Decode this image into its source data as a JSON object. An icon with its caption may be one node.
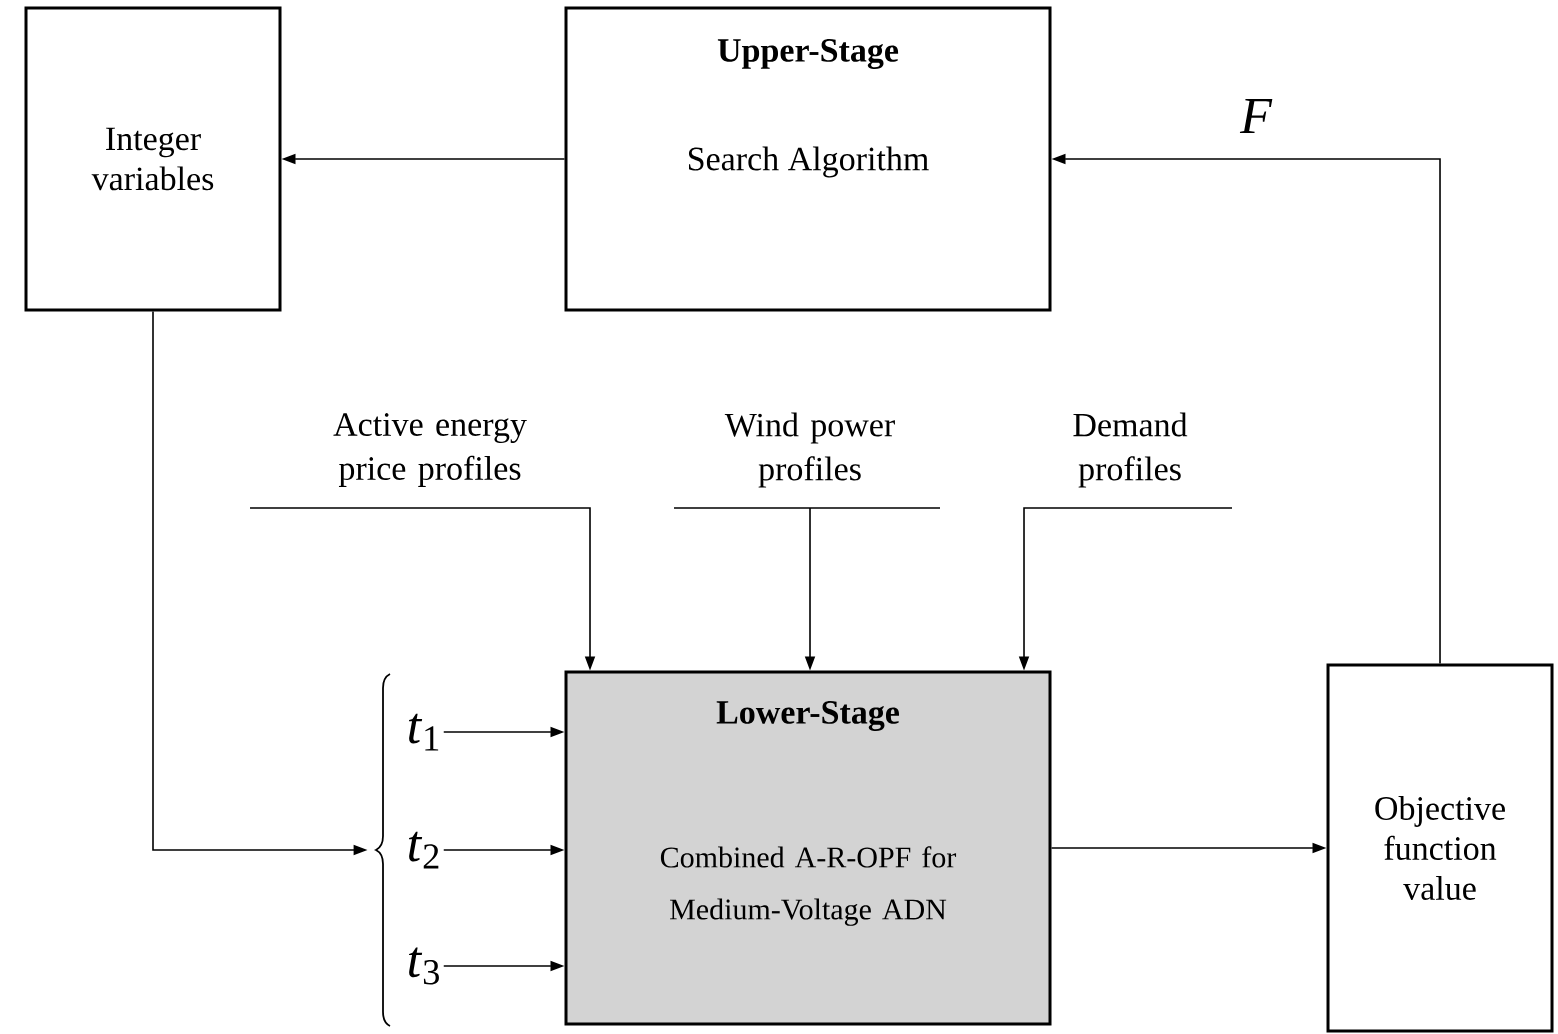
{
  "diagram": {
    "nodes": [
      {
        "text": [
          "Integer variables"
        ]
      },
      {
        "text": [
          "Upper-Stage",
          "Search Algorithm"
        ]
      },
      {
        "text": [
          "Active energy price profiles"
        ]
      },
      {
        "text": [
          "Wind power profiles"
        ]
      },
      {
        "text": [
          "Demand profiles"
        ]
      },
      {
        "text": [],
        "shape": "brace"
      },
      {
        "text": [
          "*t*$_{1}$"
        ]
      },
      {
        "text": [
          "*t*$_{2}$"
        ]
      },
      {
        "text": [
          "*t*$_{3}$"
        ]
      },
      {
        "text": [
          "Lower-Stage",
          "Combined A-R-OPF for Medium-Voltage ADN"
        ]
      },
      {
        "text": [
          "Objective function value"
        ]
      }
    ],
    "edges": [
      {
        "from": 1,
        "to": 0,
        "arrow": "to"
      },
      {
        "from": 10,
        "to": 1,
        "arrow": "to",
        "label": "F"
      },
      {
        "from": 0,
        "to": 5,
        "arrow": "to"
      },
      {
        "from": 2,
        "to": 9,
        "arrow": "to"
      },
      {
        "from": 3,
        "to": 9,
        "arrow": "to"
      },
      {
        "from": 4,
        "to": 9,
        "arrow": "to"
      },
      {
        "from": 6,
        "to": 9,
        "arrow": "to"
      },
      {
        "from": 7,
        "to": 9,
        "arrow": "to"
      },
      {
        "from": 8,
        "to": 9,
        "arrow": "to"
      },
      {
        "from": 9,
        "to": 10,
        "arrow": "to"
      }
    ]
  }
}
